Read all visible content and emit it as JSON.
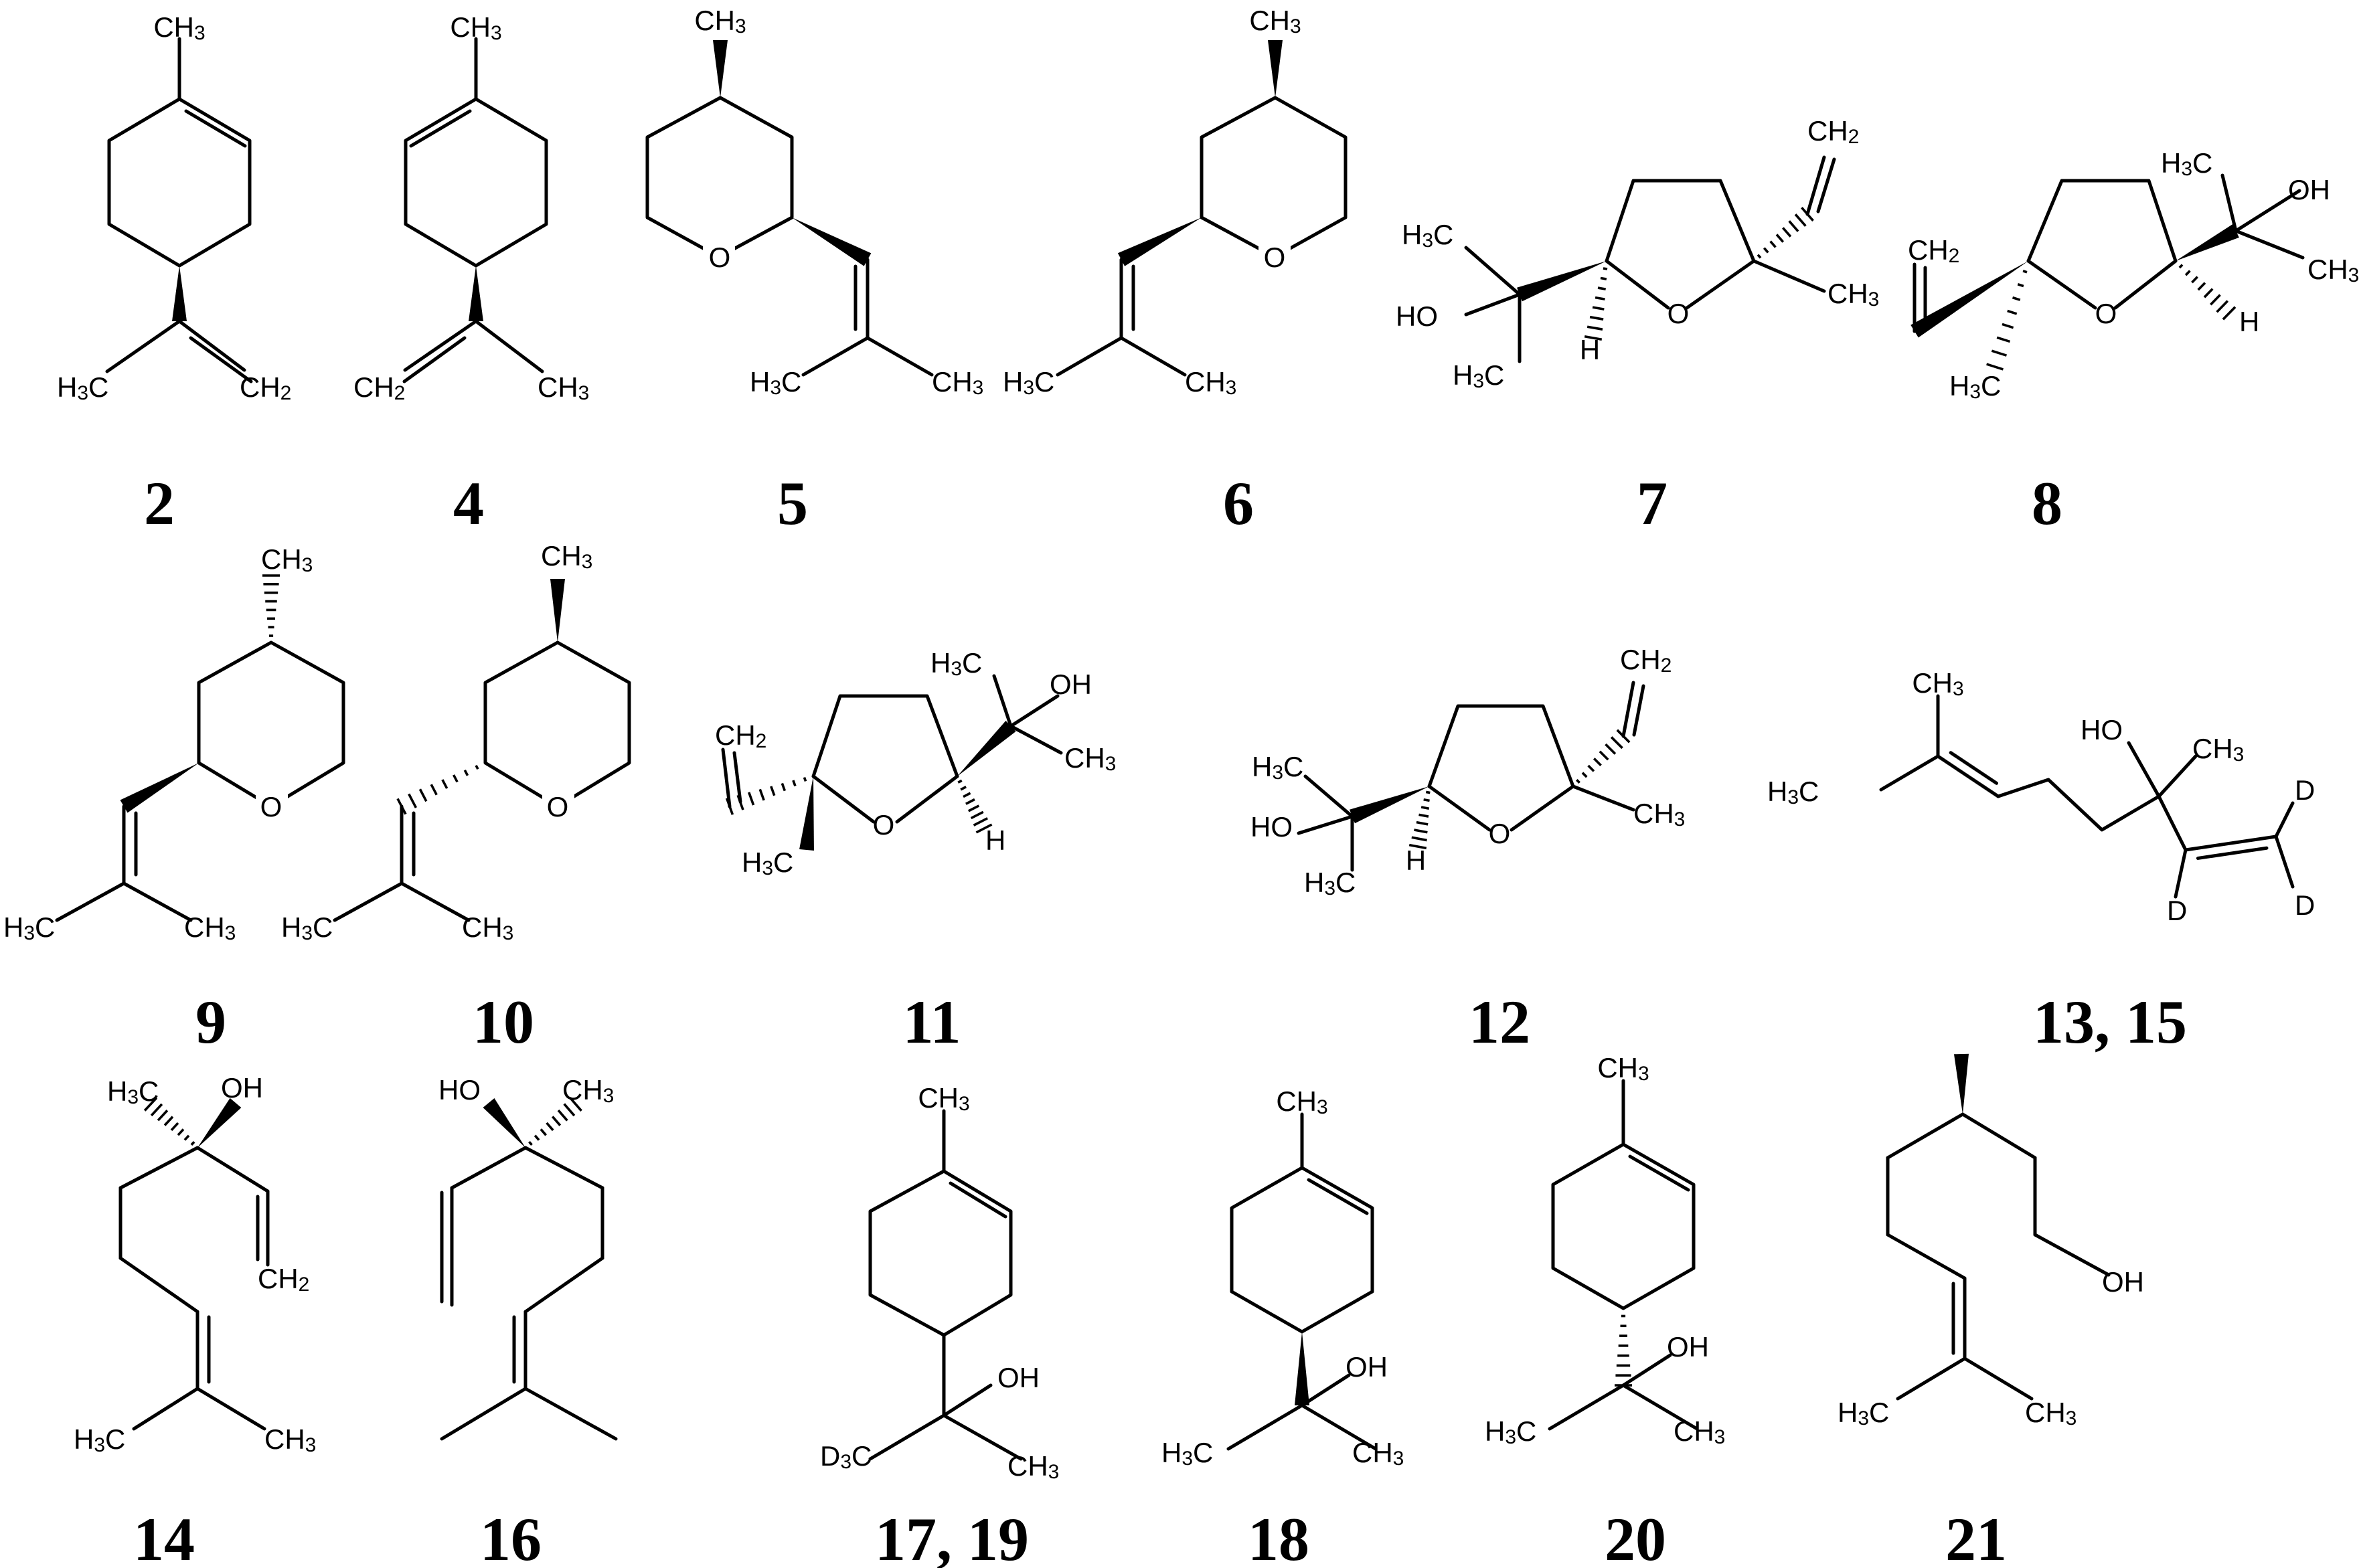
{
  "compound_labels": [
    "2",
    "4",
    "5",
    "6",
    "7",
    "8",
    "9",
    "10",
    "11",
    "12",
    "13, 15",
    "14",
    "16",
    "17, 19",
    "18",
    "20",
    "21"
  ],
  "atom_symbols": [
    "CH3",
    "H3C",
    "CH2",
    "O",
    "HO",
    "OH",
    "H",
    "D",
    "D3C"
  ]
}
